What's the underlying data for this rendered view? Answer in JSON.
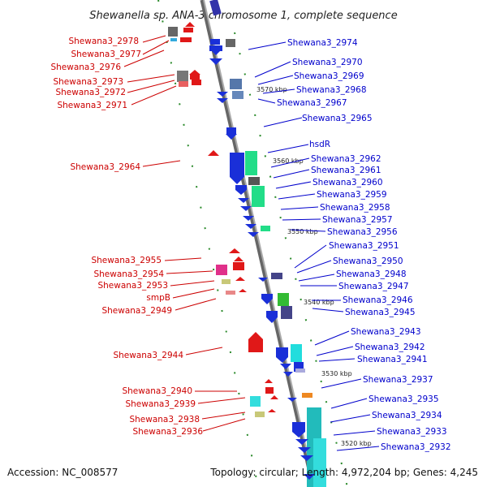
{
  "title": "Shewanella sp. ANA-3 chromosome 1, complete sequence",
  "footer": {
    "accession": "Accession: NC_008577",
    "topology": "Topology: circular; Length: 4,972,204 bp; Genes: 4,245"
  },
  "colors": {
    "forward_gene": "#e01818",
    "reverse_gene": "#1a2fd8",
    "left_label": "#cc0000",
    "right_label": "#0000cc",
    "backbone": "#8a8a8a",
    "tick": "#2a8a2a"
  },
  "scale_labels": [
    "3570 kbp",
    "3560 kbp",
    "3550 kbp",
    "3540 kbp",
    "3530 kbp",
    "3520 kbp"
  ],
  "left_labels": [
    "Shewana3_2978",
    "Shewana3_2977",
    "Shewana3_2976",
    "Shewana3_2973",
    "Shewana3_2972",
    "Shewana3_2971",
    "Shewana3_2964",
    "Shewana3_2955",
    "Shewana3_2954",
    "Shewana3_2953",
    "smpB",
    "Shewana3_2949",
    "Shewana3_2944",
    "Shewana3_2940",
    "Shewana3_2939",
    "Shewana3_2938",
    "Shewana3_2936"
  ],
  "right_labels": [
    "Shewana3_2974",
    "Shewana3_2970",
    "Shewana3_2969",
    "Shewana3_2968",
    "Shewana3_2967",
    "Shewana3_2965",
    "hsdR",
    "Shewana3_2962",
    "Shewana3_2961",
    "Shewana3_2960",
    "Shewana3_2959",
    "Shewana3_2958",
    "Shewana3_2957",
    "Shewana3_2956",
    "Shewana3_2951",
    "Shewana3_2950",
    "Shewana3_2948",
    "Shewana3_2947",
    "Shewana3_2946",
    "Shewana3_2945",
    "Shewana3_2943",
    "Shewana3_2942",
    "Shewana3_2941",
    "Shewana3_2937",
    "Shewana3_2935",
    "Shewana3_2934",
    "Shewana3_2933",
    "Shewana3_2932"
  ]
}
